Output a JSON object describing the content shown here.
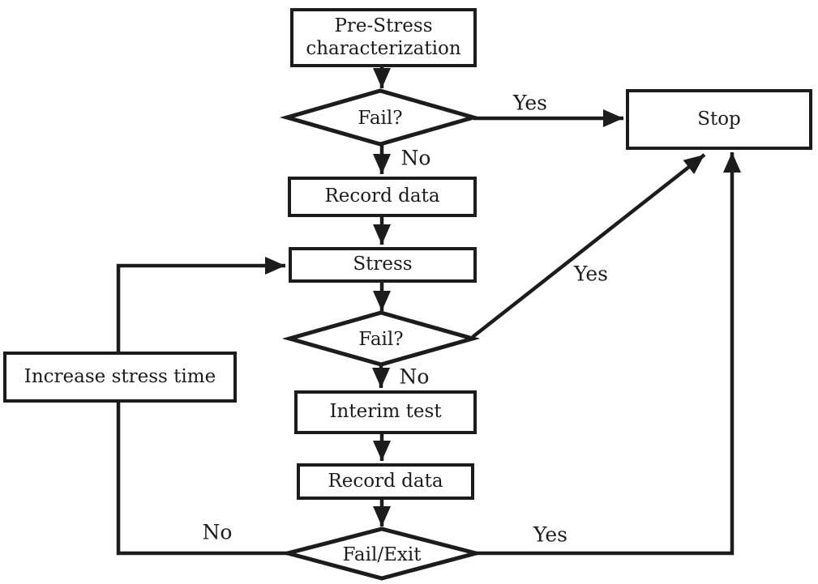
{
  "diagram": {
    "type": "flowchart",
    "background_color": "#ffffff",
    "stroke_color": "#1c1c1c",
    "nodes": {
      "pre_stress": {
        "label": "Pre-Stress characterization",
        "shape": "rectangle"
      },
      "fail1": {
        "label": "Fail?",
        "shape": "diamond"
      },
      "stop": {
        "label": "Stop",
        "shape": "rectangle"
      },
      "record_data_1": {
        "label": "Record data",
        "shape": "rectangle"
      },
      "stress": {
        "label": "Stress",
        "shape": "rectangle"
      },
      "fail2": {
        "label": "Fail?",
        "shape": "diamond"
      },
      "interim_test": {
        "label": "Interim test",
        "shape": "rectangle"
      },
      "record_data_2": {
        "label": "Record data",
        "shape": "rectangle"
      },
      "fail_exit": {
        "label": "Fail/Exit",
        "shape": "diamond"
      },
      "increase_stress_time": {
        "label": "Increase stress time",
        "shape": "rectangle"
      }
    },
    "edge_labels": {
      "fail1_yes": "Yes",
      "fail1_no": "No",
      "fail2_yes": "Yes",
      "fail2_no": "No",
      "fail_exit_yes": "Yes",
      "fail_exit_no": "No"
    },
    "edges": [
      {
        "from": "pre_stress",
        "to": "fail1",
        "label": ""
      },
      {
        "from": "fail1",
        "to": "stop",
        "label": "Yes"
      },
      {
        "from": "fail1",
        "to": "record_data_1",
        "label": "No"
      },
      {
        "from": "record_data_1",
        "to": "stress",
        "label": ""
      },
      {
        "from": "stress",
        "to": "fail2",
        "label": ""
      },
      {
        "from": "fail2",
        "to": "stop",
        "label": "Yes"
      },
      {
        "from": "fail2",
        "to": "interim_test",
        "label": "No"
      },
      {
        "from": "interim_test",
        "to": "record_data_2",
        "label": ""
      },
      {
        "from": "record_data_2",
        "to": "fail_exit",
        "label": ""
      },
      {
        "from": "fail_exit",
        "to": "stop",
        "label": "Yes"
      },
      {
        "from": "fail_exit",
        "to": "increase_stress_time",
        "label": "No"
      },
      {
        "from": "increase_stress_time",
        "to": "stress",
        "label": ""
      }
    ]
  }
}
